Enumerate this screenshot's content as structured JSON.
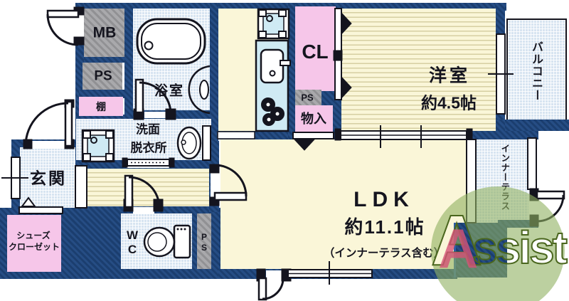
{
  "rooms": {
    "mb": "MB",
    "ps_top": "PS",
    "shelf": "棚",
    "bathroom": "浴室",
    "washroom": [
      "洗面",
      "脱衣所"
    ],
    "entrance": "玄関",
    "shoe_closet": [
      "シューズ",
      "クローゼット"
    ],
    "wc": "WC",
    "ps_wc": "PS",
    "closet": "CL",
    "ps_mid": "PS",
    "storage": "物入",
    "western_room": {
      "name": "洋室",
      "size": "約4.5帖"
    },
    "balcony": "バルコニー",
    "inner_terrace": "インナーテラス",
    "ldk": {
      "name": "LDK",
      "size": "約11.1帖",
      "note": "（インナーテラス含む）"
    }
  },
  "watermark": {
    "letter_a": "A",
    "rest": "ssist"
  },
  "colors": {
    "wall_navy": "#1e4376",
    "floor_yellow": "#faf6d8",
    "floor_pink": "#f6c6e9",
    "floor_tile_blue": "#d7e4f1",
    "utility_gray": "#9c9ea1",
    "logo_green": "#8fb161",
    "logo_pink": "#d65377"
  }
}
